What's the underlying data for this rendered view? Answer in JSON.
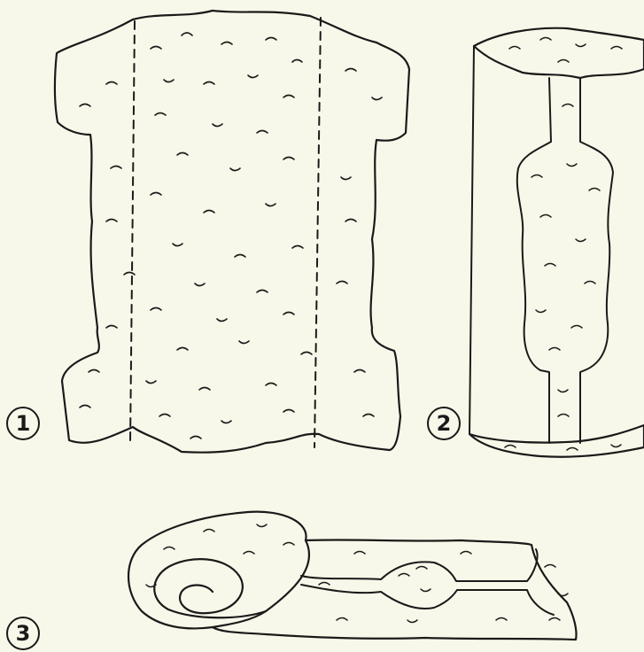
{
  "colors": {
    "background": "#f8f8ea",
    "ink": "#1a1a1a"
  },
  "steps": [
    {
      "number": "1",
      "icon": "fleece-with-fold-lines"
    },
    {
      "number": "2",
      "icon": "folded-fleece"
    },
    {
      "number": "3",
      "icon": "rolled-fleece"
    }
  ]
}
